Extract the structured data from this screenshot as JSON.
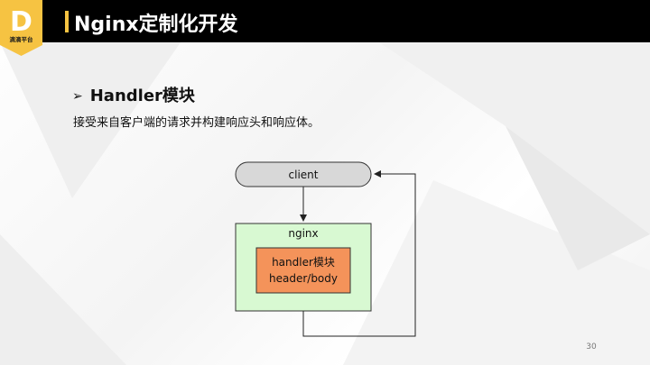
{
  "logo": {
    "letter": "D",
    "text": "滴滴平台",
    "color": "#f6c342"
  },
  "header": {
    "title": "Nginx定制化开发",
    "accent": "#f6c342"
  },
  "section": {
    "bullet": "➢",
    "heading": "Handler模块"
  },
  "description": "接受来自客户端的请求并构建响应头和响应体。",
  "diagram": {
    "client_label": "client",
    "nginx_label": "nginx",
    "handler_line1": "handler模块",
    "handler_line2": "header/body",
    "colors": {
      "client_fill": "#d8d8d8",
      "nginx_fill": "#d8f9d2",
      "handler_fill": "#f4935a"
    }
  },
  "page_number": "30"
}
